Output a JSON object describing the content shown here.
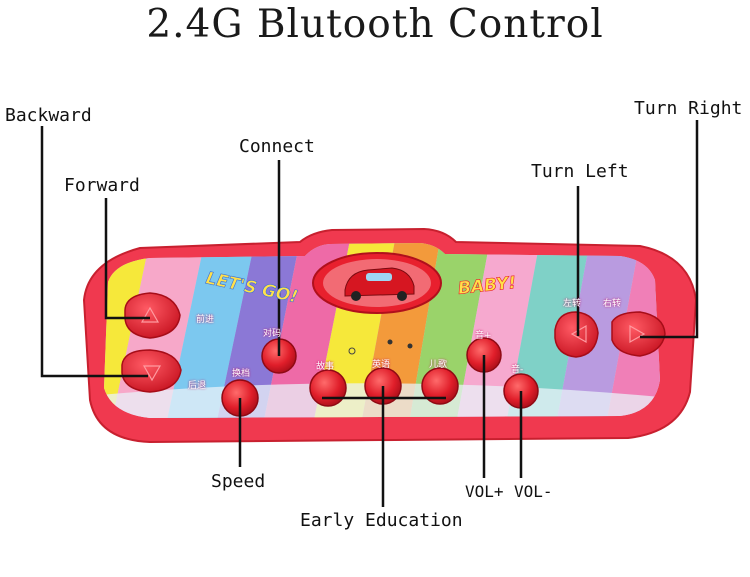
{
  "title": "2.4G Blutooth Control",
  "callouts": {
    "backward": "Backward",
    "forward": "Forward",
    "connect": "Connect",
    "turn_left": "Turn Left",
    "turn_right": "Turn Right",
    "speed": "Speed",
    "early_education": "Early Education",
    "vol_up": "VOL+",
    "vol_down": "VOL-"
  },
  "panel": {
    "lets_go": "LET'S GO!",
    "baby": "BABY!"
  },
  "button_labels": {
    "forward": "前进",
    "backward": "后退",
    "speed": "换档",
    "connect": "对码",
    "story": "故事",
    "english": "英语",
    "song": "儿歌",
    "vol_up": "音+",
    "vol_down": "音-",
    "left": "左转",
    "right": "右转"
  },
  "colors": {
    "body_red": "#f0394f",
    "button_red": "#e8202e",
    "line": "#111111"
  }
}
